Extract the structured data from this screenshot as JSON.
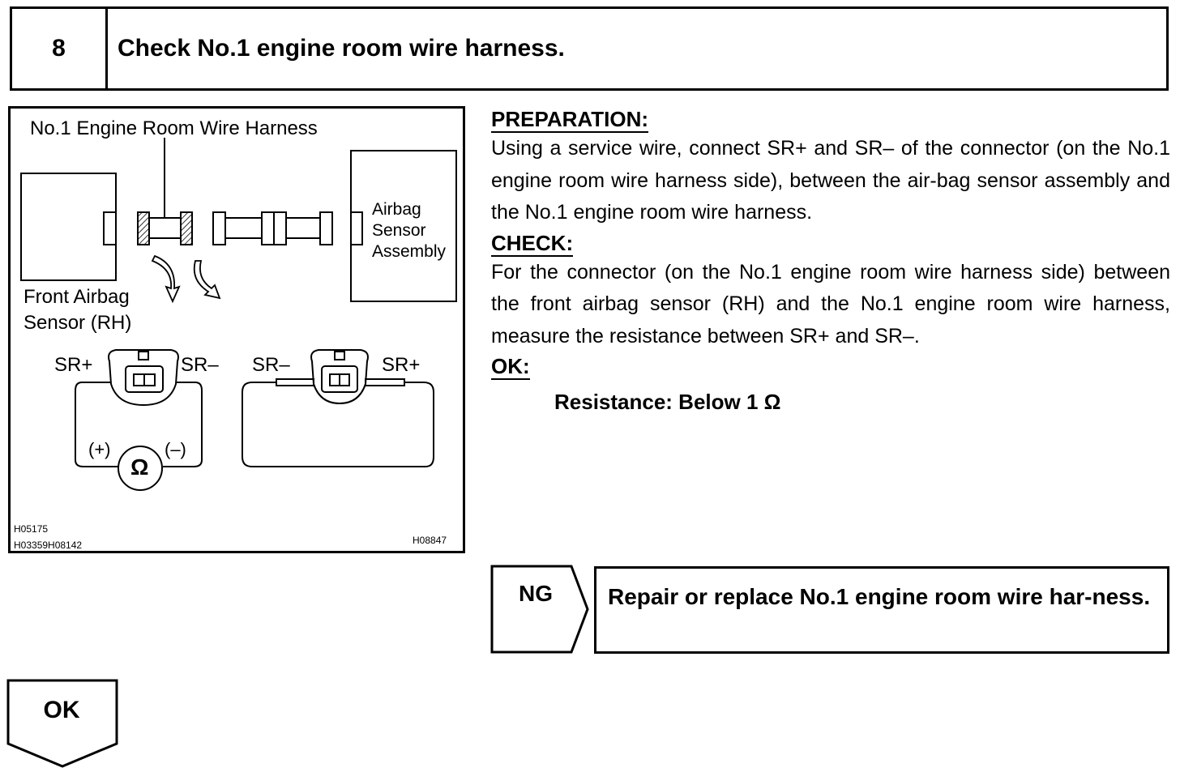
{
  "step": {
    "number": "8",
    "title": "Check No.1 engine room wire harness."
  },
  "figure": {
    "label_harness": "No.1 Engine Room Wire Harness",
    "label_airbag_sensor_line1": "Airbag",
    "label_airbag_sensor_line2": "Sensor",
    "label_airbag_sensor_line3": "Assembly",
    "label_front_airbag_line1": "Front Airbag",
    "label_front_airbag_line2": "Sensor (RH)",
    "left_conn_sr_plus": "SR+",
    "left_conn_sr_minus": "SR–",
    "right_conn_sr_minus": "SR–",
    "right_conn_sr_plus": "SR+",
    "meter_plus": "(+)",
    "meter_minus": "(–)",
    "meter_symbol": "Ω",
    "code_1": "H05175",
    "code_2": "H03359H08142",
    "code_3": "H08847"
  },
  "procedure": {
    "preparation_heading": "PREPARATION:",
    "preparation_text": "Using a service wire, connect SR+ and SR– of the connector (on the No.1 engine room wire harness side), between the air-bag sensor assembly and the No.1 engine room wire harness.",
    "check_heading": "CHECK:",
    "check_text": "For the connector (on the No.1 engine room wire harness side) between the front airbag sensor (RH) and the No.1 engine room wire harness, measure the resistance between SR+ and SR–.",
    "ok_heading": "OK:",
    "ok_spec": "Resistance: Below 1 Ω"
  },
  "ng_branch": {
    "label": "NG",
    "action": "Repair or replace No.1 engine room wire har-ness."
  },
  "ok_branch": {
    "label": "OK"
  }
}
